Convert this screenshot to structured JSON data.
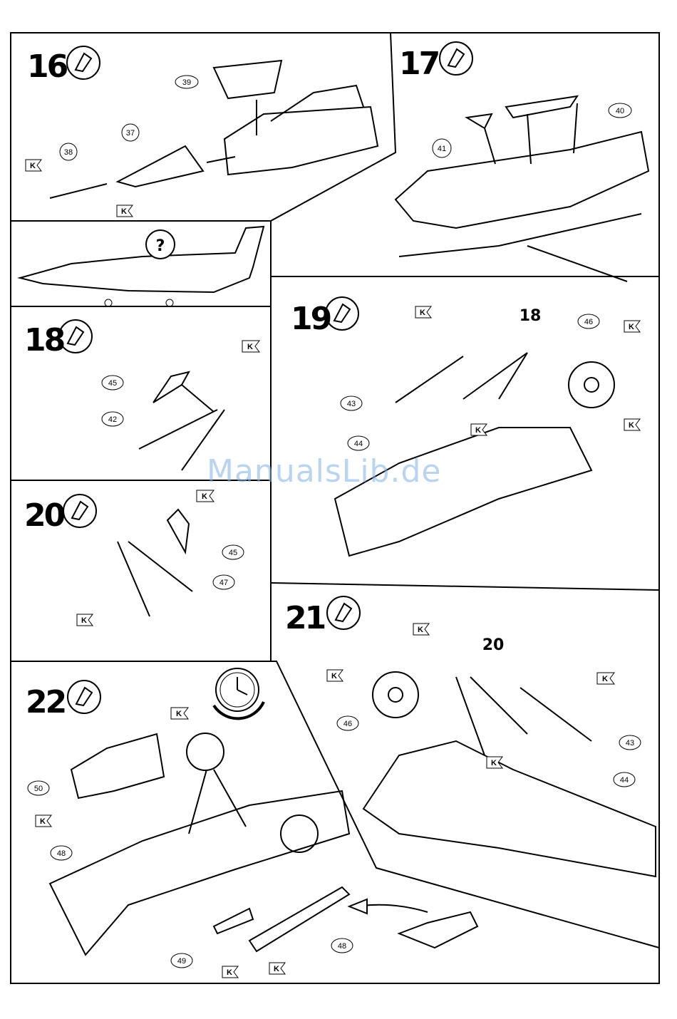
{
  "steps": {
    "s16": {
      "number": "16",
      "parts": [
        "39",
        "37",
        "38"
      ]
    },
    "s17": {
      "number": "17",
      "parts": [
        "40",
        "41"
      ]
    },
    "s18": {
      "number": "18",
      "parts": [
        "45",
        "42"
      ]
    },
    "s19": {
      "number": "19",
      "callout": "18",
      "parts": [
        "46",
        "43",
        "44"
      ]
    },
    "s20": {
      "number": "20",
      "parts": [
        "45",
        "47"
      ]
    },
    "s21": {
      "number": "21",
      "callout": "20",
      "parts": [
        "46",
        "43",
        "44"
      ]
    },
    "s22": {
      "number": "22",
      "parts": [
        "50",
        "48",
        "48",
        "49"
      ]
    }
  },
  "question_mark": "?",
  "color_labels": {
    "paint": "K"
  },
  "watermark": "ManualsLib.de"
}
